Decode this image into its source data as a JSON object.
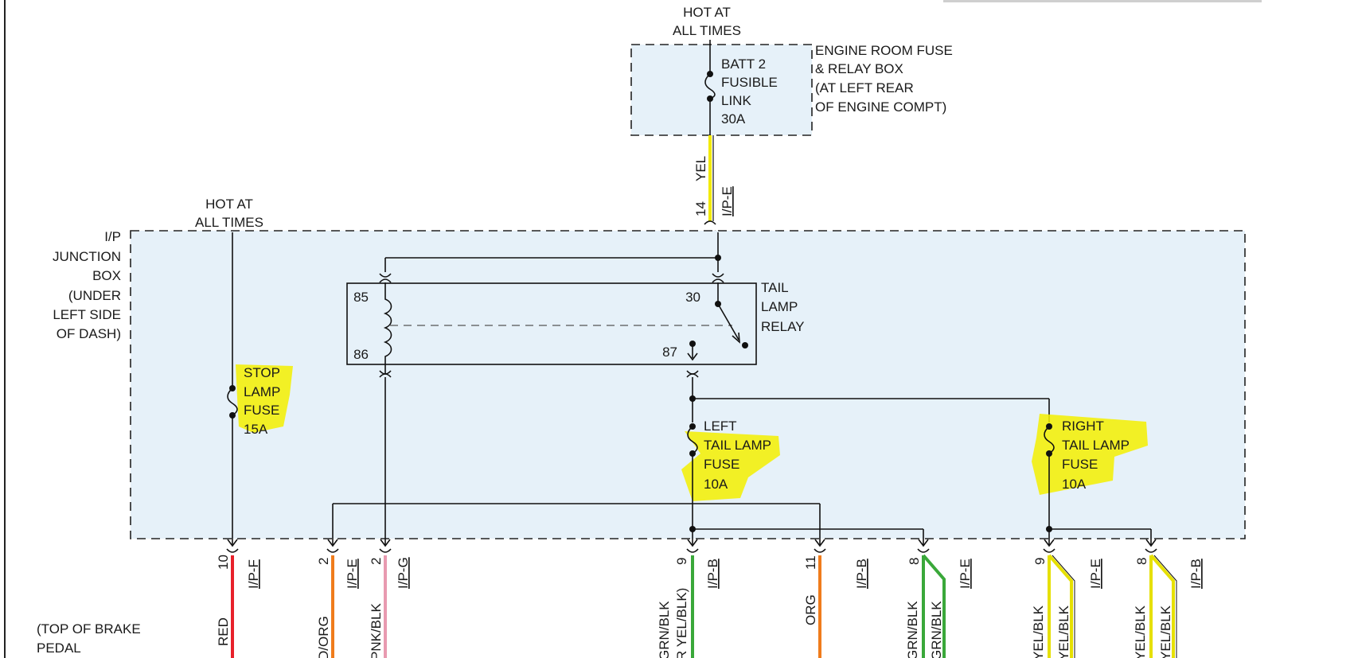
{
  "labels": {
    "hot_top_1": "HOT AT",
    "hot_top_2": "ALL TIMES",
    "hot_left_1": "HOT AT",
    "hot_left_2": "ALL TIMES",
    "engine_box_1": "ENGINE ROOM FUSE",
    "engine_box_2": "& RELAY BOX",
    "engine_box_3": "(AT LEFT REAR",
    "engine_box_4": "OF ENGINE COMPT)",
    "batt_1": "BATT 2",
    "batt_2": "FUSIBLE",
    "batt_3": "LINK",
    "batt_4": "30A",
    "ip_box_1": "I/P",
    "ip_box_2": "JUNCTION",
    "ip_box_3": "BOX",
    "ip_box_4": "(UNDER",
    "ip_box_5": "LEFT SIDE",
    "ip_box_6": "OF DASH)",
    "relay_1": "TAIL",
    "relay_2": "LAMP",
    "relay_3": "RELAY",
    "pin_85": "85",
    "pin_86": "86",
    "pin_30": "30",
    "pin_87": "87",
    "stop_1": "STOP",
    "stop_2": "LAMP",
    "stop_3": "FUSE",
    "stop_4": "15A",
    "left_1": "LEFT",
    "left_2": "TAIL LAMP",
    "left_3": "FUSE",
    "left_4": "10A",
    "right_1": "RIGHT",
    "right_2": "TAIL LAMP",
    "right_3": "FUSE",
    "right_4": "10A",
    "brake_1": "(TOP OF BRAKE",
    "brake_2": "PEDAL"
  },
  "top_wire": {
    "color": "YEL",
    "pin": "14",
    "connector": "I/P-E"
  },
  "bottom_wires": [
    {
      "pin": "10",
      "connector": "I/P-F",
      "color": "RED"
    },
    {
      "pin": "2",
      "connector": "I/P-E",
      "color": "D/ORG"
    },
    {
      "pin": "2",
      "connector": "I/P-G",
      "color": "PNK/BLK"
    },
    {
      "pin": "9",
      "connector": "I/P-B",
      "color_1": "GRN/BLK",
      "color_2": "R YEL/BLK)"
    },
    {
      "pin": "11",
      "connector": "I/P-B",
      "color": "ORG"
    },
    {
      "pin": "8",
      "connector": "I/P-E",
      "color_1": "GRN/BLK",
      "color_2": "GRN/BLK"
    },
    {
      "pin": "9",
      "connector": "I/P-E",
      "color_1": "YEL/BLK",
      "color_2": "YEL/BLK"
    },
    {
      "pin": "8",
      "connector": "I/P-B",
      "color_1": "YEL/BLK",
      "color_2": "YEL/BLK"
    }
  ],
  "colors": {
    "box_fill": "#e6f1f9",
    "highlight": "#f3f000",
    "wire_yel": "#f2ea00",
    "wire_red": "#e8202a",
    "wire_orange": "#f07c1c",
    "wire_pink": "#e89ab0",
    "wire_green": "#3aa83a",
    "wire_yel_blk": "#e6e000"
  }
}
